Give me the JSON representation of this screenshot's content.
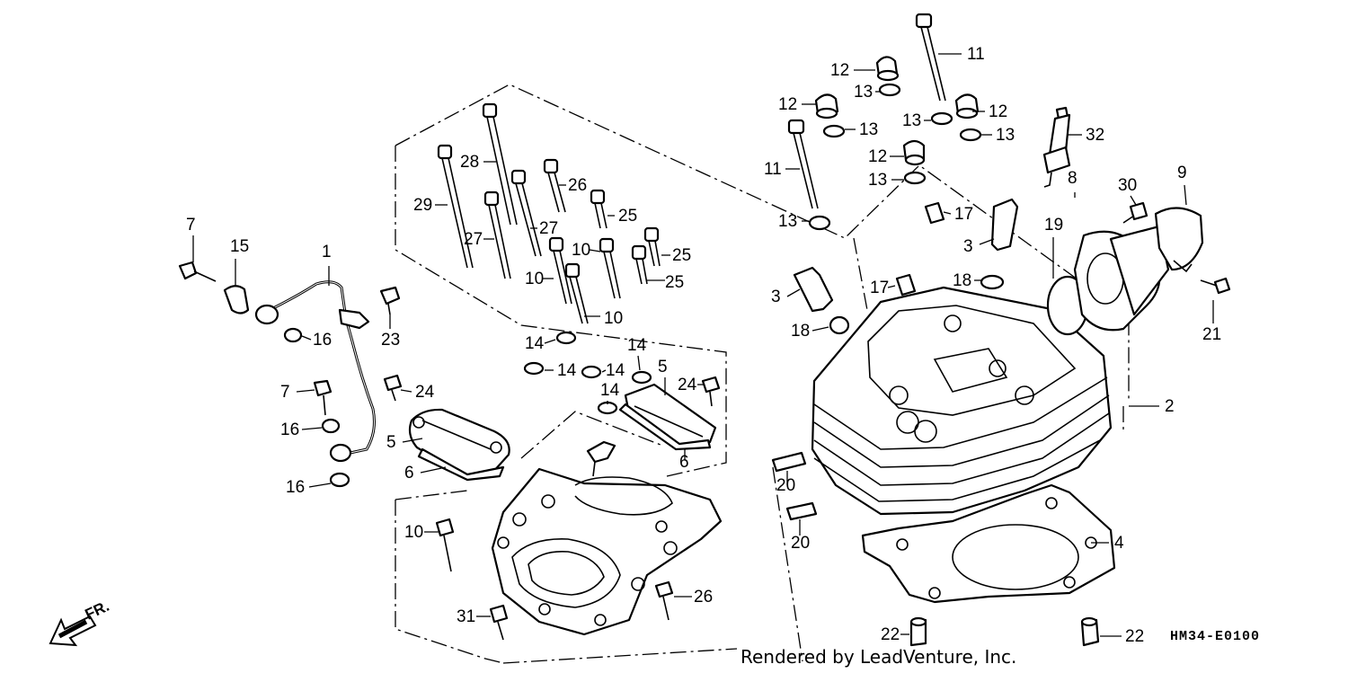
{
  "diagram": {
    "code": "HM34-E0100",
    "credit": "Rendered by LeadVenture, Inc.",
    "front_label": "FR.",
    "callouts": [
      {
        "id": "c1",
        "text": "1"
      },
      {
        "id": "c2",
        "text": "2"
      },
      {
        "id": "c3a",
        "text": "3"
      },
      {
        "id": "c3b",
        "text": "3"
      },
      {
        "id": "c4",
        "text": "4"
      },
      {
        "id": "c5a",
        "text": "5"
      },
      {
        "id": "c5b",
        "text": "5"
      },
      {
        "id": "c6a",
        "text": "6"
      },
      {
        "id": "c6b",
        "text": "6"
      },
      {
        "id": "c7a",
        "text": "7"
      },
      {
        "id": "c7b",
        "text": "7"
      },
      {
        "id": "c8",
        "text": "8"
      },
      {
        "id": "c9",
        "text": "9"
      },
      {
        "id": "c10a",
        "text": "10"
      },
      {
        "id": "c10b",
        "text": "10"
      },
      {
        "id": "c10c",
        "text": "10"
      },
      {
        "id": "c10d",
        "text": "10"
      },
      {
        "id": "c11a",
        "text": "11"
      },
      {
        "id": "c11b",
        "text": "11"
      },
      {
        "id": "c12a",
        "text": "12"
      },
      {
        "id": "c12b",
        "text": "12"
      },
      {
        "id": "c12c",
        "text": "12"
      },
      {
        "id": "c12d",
        "text": "12"
      },
      {
        "id": "c13a",
        "text": "13"
      },
      {
        "id": "c13b",
        "text": "13"
      },
      {
        "id": "c13c",
        "text": "13"
      },
      {
        "id": "c13d",
        "text": "13"
      },
      {
        "id": "c13e",
        "text": "13"
      },
      {
        "id": "c13f",
        "text": "13"
      },
      {
        "id": "c14a",
        "text": "14"
      },
      {
        "id": "c14b",
        "text": "14"
      },
      {
        "id": "c14c",
        "text": "14"
      },
      {
        "id": "c14d",
        "text": "14"
      },
      {
        "id": "c14e",
        "text": "14"
      },
      {
        "id": "c15",
        "text": "15"
      },
      {
        "id": "c16a",
        "text": "16"
      },
      {
        "id": "c16b",
        "text": "16"
      },
      {
        "id": "c16c",
        "text": "16"
      },
      {
        "id": "c17a",
        "text": "17"
      },
      {
        "id": "c17b",
        "text": "17"
      },
      {
        "id": "c18a",
        "text": "18"
      },
      {
        "id": "c18b",
        "text": "18"
      },
      {
        "id": "c19",
        "text": "19"
      },
      {
        "id": "c20a",
        "text": "20"
      },
      {
        "id": "c20b",
        "text": "20"
      },
      {
        "id": "c21",
        "text": "21"
      },
      {
        "id": "c22a",
        "text": "22"
      },
      {
        "id": "c22b",
        "text": "22"
      },
      {
        "id": "c23",
        "text": "23"
      },
      {
        "id": "c24a",
        "text": "24"
      },
      {
        "id": "c24b",
        "text": "24"
      },
      {
        "id": "c25a",
        "text": "25"
      },
      {
        "id": "c25b",
        "text": "25"
      },
      {
        "id": "c25c",
        "text": "25"
      },
      {
        "id": "c26a",
        "text": "26"
      },
      {
        "id": "c26b",
        "text": "26"
      },
      {
        "id": "c27a",
        "text": "27"
      },
      {
        "id": "c27b",
        "text": "27"
      },
      {
        "id": "c28",
        "text": "28"
      },
      {
        "id": "c29",
        "text": "29"
      },
      {
        "id": "c30",
        "text": "30"
      },
      {
        "id": "c31",
        "text": "31"
      },
      {
        "id": "c32",
        "text": "32"
      }
    ]
  }
}
